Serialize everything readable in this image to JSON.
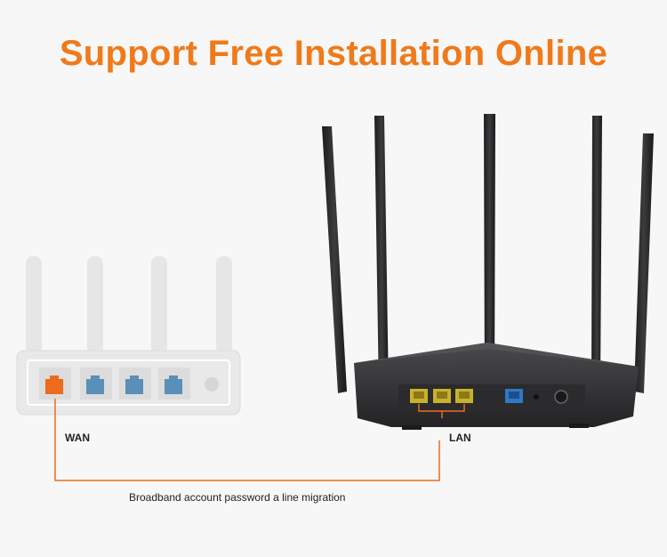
{
  "headline": "Support Free Installation Online",
  "labels": {
    "wan": "WAN",
    "lan": "LAN",
    "caption": "Broadband account password a line migration"
  },
  "colors": {
    "accent": "#f07a1a",
    "lan_port": "#c9b12a",
    "wan_port_old": "#ee6a1c",
    "lan_port_old": "#5a8fb8",
    "router_body": "#3a3a3c"
  }
}
